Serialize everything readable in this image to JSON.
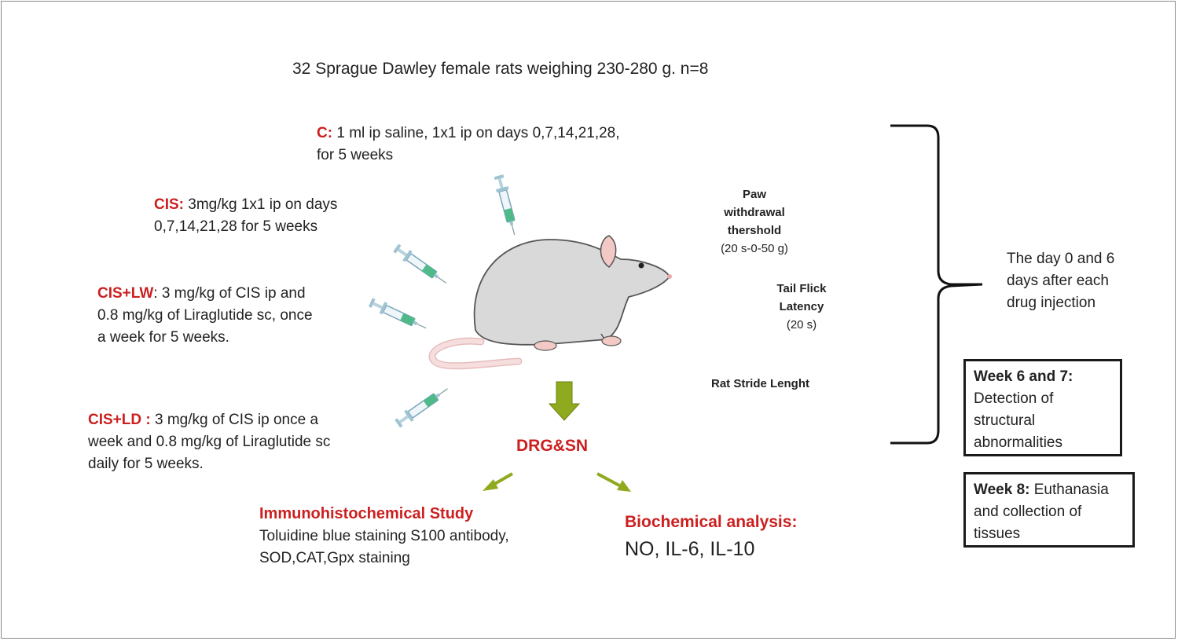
{
  "title": "32 Sprague Dawley female rats weighing 230-280 g. n=8",
  "groups": [
    {
      "label": "C:",
      "lines": [
        "1 ml ip saline, 1x1 ip on days 0,7,14,21,28,",
        "for 5 weeks"
      ]
    },
    {
      "label": "CIS:",
      "lines": [
        "3mg/kg 1x1 ip on days",
        "0,7,14,21,28 for 5 weeks"
      ]
    },
    {
      "label": "CIS+LW",
      "lines": [
        ": 3 mg/kg of CIS ip and",
        "0.8 mg/kg of Liraglutide sc, once",
        "a week for 5 weeks."
      ]
    },
    {
      "label": "CIS+LD :",
      "lines": [
        "3 mg/kg of CIS ip once a",
        "week and 0.8 mg/kg of Liraglutide sc",
        "daily for 5 weeks."
      ]
    }
  ],
  "tests": {
    "paw": {
      "lines": [
        "Paw",
        "withdrawal",
        "thershold"
      ],
      "detail": "(20 s-0-50 g)"
    },
    "tail": {
      "lines": [
        "Tail Flick",
        "Latency"
      ],
      "detail": "(20 s)"
    },
    "stride": "Rat Stride Lenght"
  },
  "timing": [
    "The day 0 and 6",
    "days after each",
    "drug injection"
  ],
  "week67": {
    "head": "Week 6 and 7:",
    "lines": [
      "Detection of",
      "structural",
      "abnormalities"
    ]
  },
  "week8": {
    "head": "Week 8:",
    "lines": [
      "Euthanasia",
      "and collection of",
      "tissues"
    ]
  },
  "tissue": "DRG&SN",
  "immuno": {
    "head": "Immunohistochemical  Study",
    "lines": [
      " Toluidine blue staining S100 antibody,",
      "SOD,CAT,Gpx  staining"
    ]
  },
  "biochem": {
    "head": "Biochemical analysis:",
    "line": "NO, IL-6, IL-10"
  },
  "colors": {
    "red": "#cc1f1f",
    "arrow_green": "#8faa1e",
    "rat": "#d9d9d9",
    "ear": "#f2c9c4",
    "syringe_fluid": "#4fb98a"
  }
}
